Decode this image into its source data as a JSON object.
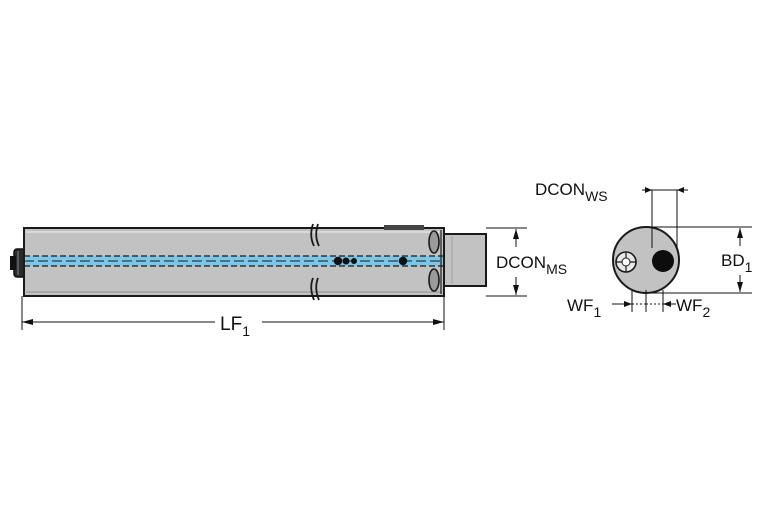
{
  "colors": {
    "body_fill": "#c2c2c2",
    "body_outline": "#1a1a1a",
    "coolant": "#7cc6e8",
    "ink": "#111111",
    "background": "#ffffff"
  },
  "labels": {
    "lf": {
      "main": "LF",
      "sub": "1"
    },
    "dcon_ms": {
      "main": "DCON",
      "sub": "MS"
    },
    "dcon_ws": {
      "main": "DCON",
      "sub": "WS"
    },
    "bd": {
      "main": "BD",
      "sub": "1"
    },
    "wf1": {
      "main": "WF",
      "sub": "1"
    },
    "wf2": {
      "main": "WF",
      "sub": "2"
    }
  }
}
